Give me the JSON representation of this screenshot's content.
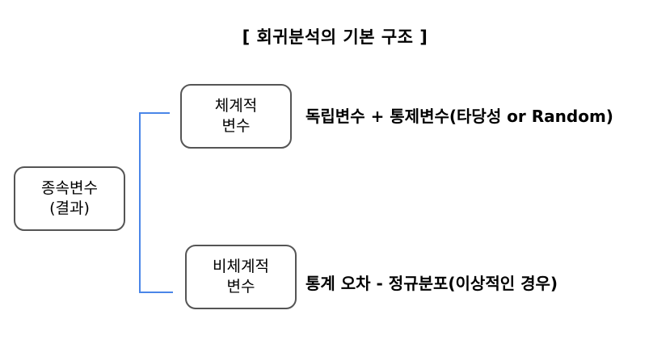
{
  "title": "[ 회귀분석의 기본 구조 ]",
  "dependent": {
    "line1": "종속변수",
    "line2": "(결과)"
  },
  "systematic": {
    "line1": "체계적",
    "line2": "변수",
    "description": "독립변수 + 통제변수(타당성 or Random)"
  },
  "nonsystematic": {
    "line1": "비체계적",
    "line2": "변수",
    "description": "통계 오차 - 정규분포(이상적인 경우)"
  },
  "colors": {
    "connector": "#4a86e8",
    "box_border": "#555555"
  }
}
